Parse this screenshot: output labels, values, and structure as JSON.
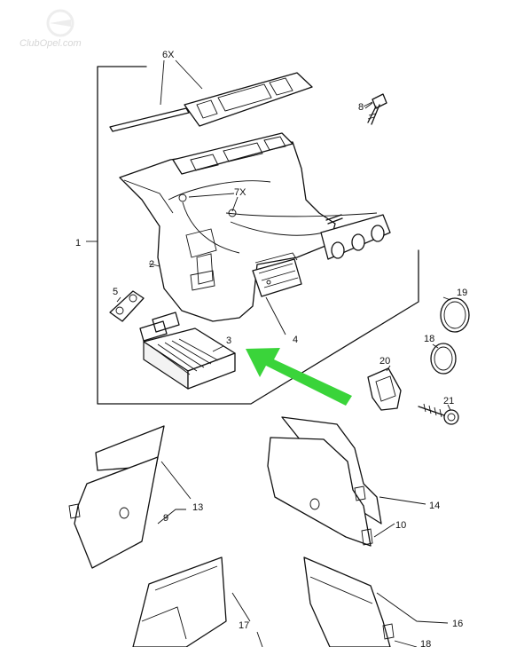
{
  "watermark": {
    "text": "ClubOpel.com"
  },
  "arrow": {
    "color": "#3ad43a",
    "target": "3"
  },
  "labels": {
    "l1": "1",
    "l2": "2",
    "l3": "3",
    "l4": "4",
    "l5": "5",
    "l6x": "6X",
    "l7x": "7X",
    "l8": "8",
    "l9": "9",
    "l10": "10",
    "l13": "13",
    "l14": "14",
    "l16": "16",
    "l17": "17",
    "l18": "18",
    "l18b": "18",
    "l19": "19",
    "l20": "20",
    "l21": "21"
  },
  "icons": {
    "logo": "opel-logo-icon"
  }
}
